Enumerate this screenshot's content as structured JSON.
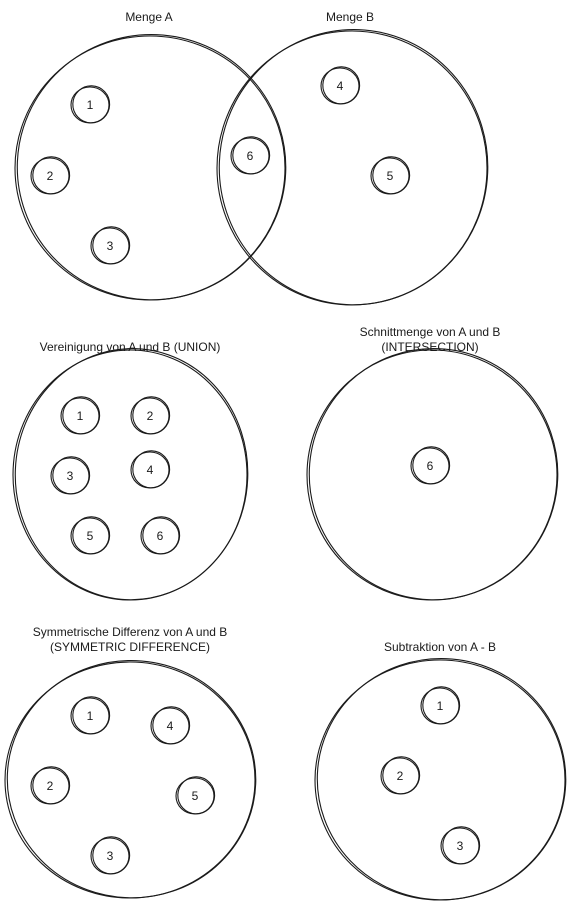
{
  "diagram": {
    "panels": [
      {
        "id": "menge-a",
        "title": [
          "Menge A"
        ],
        "elements": [
          "1",
          "2",
          "3",
          "6"
        ]
      },
      {
        "id": "menge-b",
        "title": [
          "Menge B"
        ],
        "elements": [
          "4",
          "5",
          "6"
        ]
      },
      {
        "id": "union",
        "title": [
          "Vereinigung von A und B (UNION)"
        ],
        "elements": [
          "1",
          "2",
          "3",
          "4",
          "5",
          "6"
        ]
      },
      {
        "id": "intersection",
        "title": [
          "Schnittmenge von A und B",
          "(INTERSECTION)"
        ],
        "elements": [
          "6"
        ]
      },
      {
        "id": "symmetric-difference",
        "title": [
          "Symmetrische Differenz von A und B",
          "(SYMMETRIC DIFFERENCE)"
        ],
        "elements": [
          "1",
          "2",
          "3",
          "4",
          "5"
        ]
      },
      {
        "id": "subtraction",
        "title": [
          "Subtraktion von A - B"
        ],
        "elements": [
          "1",
          "2",
          "3"
        ]
      }
    ]
  }
}
